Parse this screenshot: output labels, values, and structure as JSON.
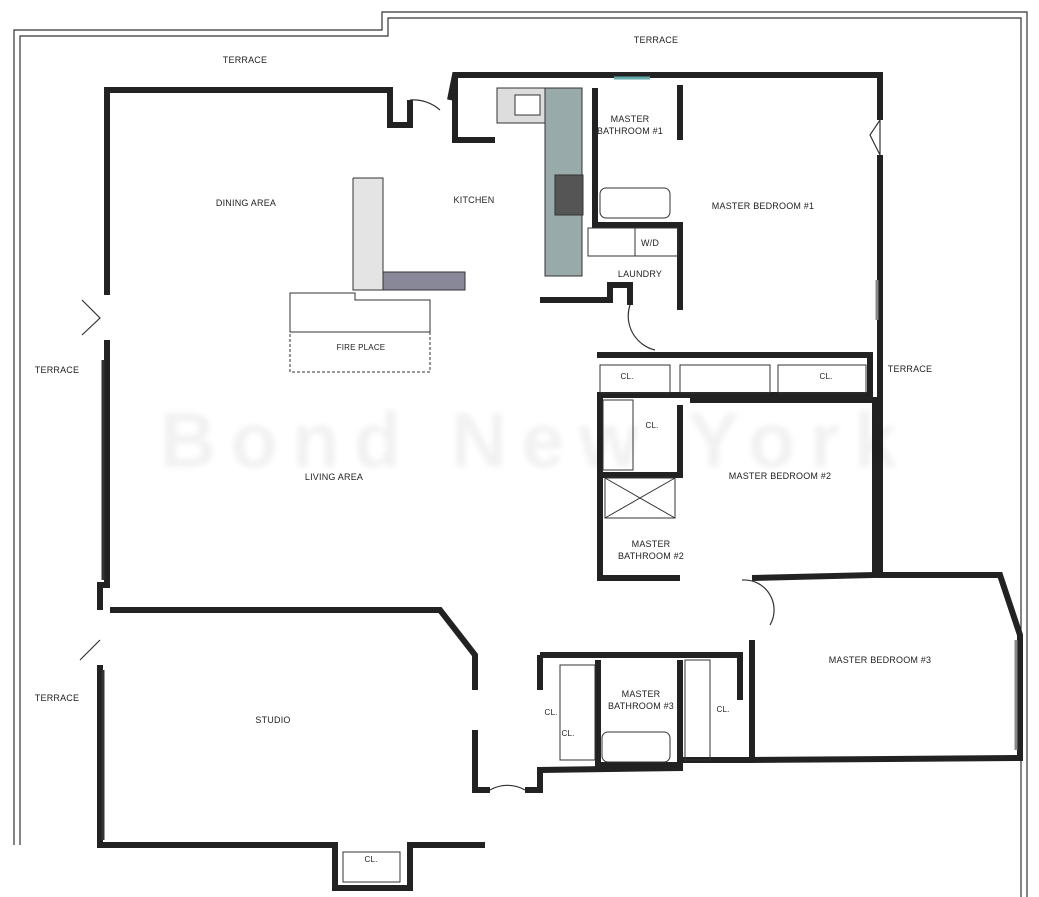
{
  "plan": {
    "watermark": "Bond New York",
    "labels": {
      "terrace_top_left": "TERRACE",
      "terrace_top": "TERRACE",
      "terrace_left": "TERRACE",
      "terrace_right": "TERRACE",
      "terrace_bottom_left": "TERRACE",
      "dining": "DINING AREA",
      "kitchen": "KITCHEN",
      "bath1": "MASTER BATHROOM #1",
      "bedroom1": "MASTER BEDROOM #1",
      "wd": "W/D",
      "laundry": "LAUNDRY",
      "fireplace": "FIRE PLACE",
      "cl_a": "CL.",
      "cl_b": "CL.",
      "cl_c": "CL.",
      "living": "LIVING AREA",
      "bedroom2": "MASTER BEDROOM #2",
      "bath2": "MASTER BATHROOM #2",
      "bedroom3": "MASTER BEDROOM #3",
      "studio": "STUDIO",
      "cl_d": "CL.",
      "cl_e": "CL.",
      "bath3": "MASTER BATHROOM #3",
      "cl_f": "CL.",
      "cl_g": "CL."
    }
  }
}
